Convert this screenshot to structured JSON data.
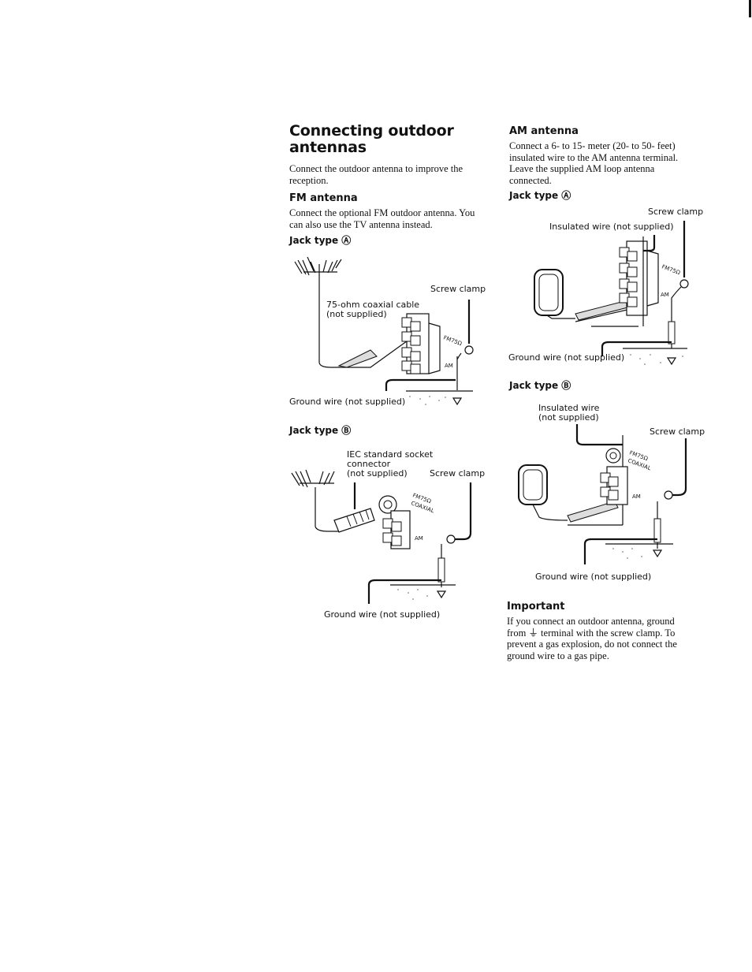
{
  "title": "Connecting outdoor antennas",
  "intro": "Connect the outdoor antenna to improve the reception.",
  "fm": {
    "heading": "FM antenna",
    "text": "Connect the optional FM outdoor antenna. You can also use the TV antenna instead.",
    "jack_a": {
      "title": "Jack type Ⓐ",
      "cable_label_1": "75-ohm coaxial cable",
      "cable_label_2": "(not supplied)",
      "screw_clamp": "Screw clamp",
      "ground_wire": "Ground wire (not supplied)"
    },
    "jack_b": {
      "title": "Jack type Ⓑ",
      "conn_label_1": "IEC standard socket",
      "conn_label_2": "connector",
      "conn_label_3": "(not supplied)",
      "screw_clamp": "Screw clamp",
      "ground_wire": "Ground wire (not supplied)"
    }
  },
  "am": {
    "heading": "AM antenna",
    "text": "Connect a 6- to 15- meter (20- to 50- feet) insulated wire to the AM antenna terminal. Leave the supplied AM loop antenna connected.",
    "jack_a": {
      "title": "Jack type Ⓐ",
      "screw_clamp": "Screw clamp",
      "insulated_wire": "Insulated wire (not supplied)",
      "ground_wire": "Ground wire (not supplied)"
    },
    "jack_b": {
      "title": "Jack type Ⓑ",
      "insulated_wire_1": "Insulated wire",
      "insulated_wire_2": "(not supplied)",
      "screw_clamp": "Screw clamp",
      "ground_wire": "Ground wire (not supplied)"
    }
  },
  "important": {
    "heading": "Important",
    "text": "If you connect an outdoor antenna, ground from ⏚ terminal with the screw clamp. To prevent a gas explosion, do not connect the ground wire to a gas pipe."
  }
}
